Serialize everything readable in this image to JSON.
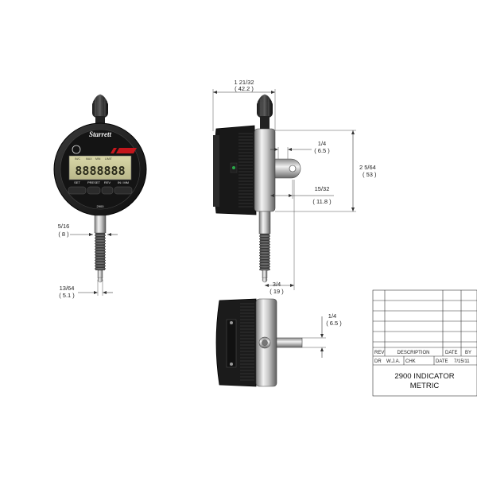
{
  "front_view": {
    "brand": "Starrett",
    "display_digits": "8888888",
    "display_labels_top": [
      "IN/C",
      "MAX",
      "MIN",
      "LIMIT"
    ],
    "display_labels_bottom": [
      "SET",
      "PRESET",
      "REV",
      "IN / MM"
    ],
    "model": "2900",
    "dims": {
      "stem_dia": {
        "imperial": "5/16",
        "metric": "( 8 )"
      },
      "tip_dia": {
        "imperial": "13/64",
        "metric": "( 5.1 )"
      }
    }
  },
  "side_view": {
    "dims": {
      "overall_depth": {
        "imperial": "1 21/32",
        "metric": "( 42.2 )"
      },
      "lug_width": {
        "imperial": "1/4",
        "metric": "( 6.5 )"
      },
      "height": {
        "imperial": "2 5/64",
        "metric": "( 53 )"
      },
      "lug_offset": {
        "imperial": "15/32",
        "metric": "( 11.8 )"
      },
      "stem_offset": {
        "imperial": "3/4",
        "metric": "( 19 )"
      }
    }
  },
  "bottom_view": {
    "dims": {
      "lug_thickness": {
        "imperial": "1/4",
        "metric": "( 6.5 )"
      }
    }
  },
  "title_block": {
    "headers": [
      "REV",
      "DESCRIPTION",
      "DATE",
      "BY"
    ],
    "dr_label": "DR",
    "dr_value": "W.J.A.",
    "chk_label": "CHK",
    "date_label": "DATE",
    "date_value": "7/15/11",
    "title_line1": "2900 INDICATOR",
    "title_line2": "METRIC"
  }
}
